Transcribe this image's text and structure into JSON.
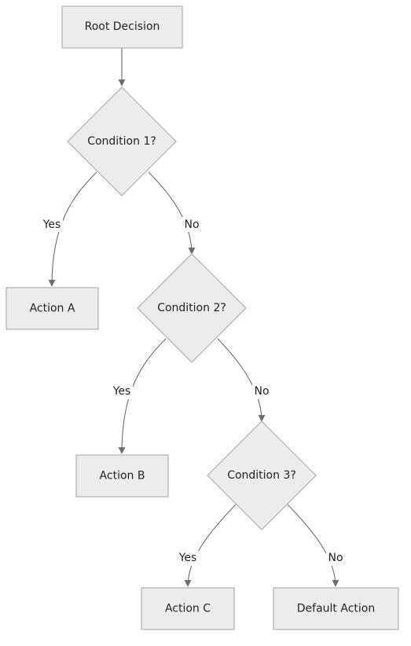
{
  "nodes": {
    "root": {
      "label": "Root Decision"
    },
    "cond1": {
      "label": "Condition 1?"
    },
    "actionA": {
      "label": "Action A"
    },
    "cond2": {
      "label": "Condition 2?"
    },
    "actionB": {
      "label": "Action B"
    },
    "cond3": {
      "label": "Condition 3?"
    },
    "actionC": {
      "label": "Action C"
    },
    "defaultAction": {
      "label": "Default Action"
    }
  },
  "edges": {
    "c1_yes": {
      "from": "cond1",
      "to": "actionA",
      "label": "Yes"
    },
    "c1_no": {
      "from": "cond1",
      "to": "cond2",
      "label": "No"
    },
    "c2_yes": {
      "from": "cond2",
      "to": "actionB",
      "label": "Yes"
    },
    "c2_no": {
      "from": "cond2",
      "to": "cond3",
      "label": "No"
    },
    "c3_yes": {
      "from": "cond3",
      "to": "actionC",
      "label": "Yes"
    },
    "c3_no": {
      "from": "cond3",
      "to": "defaultAction",
      "label": "No"
    }
  },
  "colors": {
    "node_fill": "#ececec",
    "node_stroke": "#b5b5b5",
    "edge_stroke": "#6b6b6b",
    "text": "#222222"
  }
}
